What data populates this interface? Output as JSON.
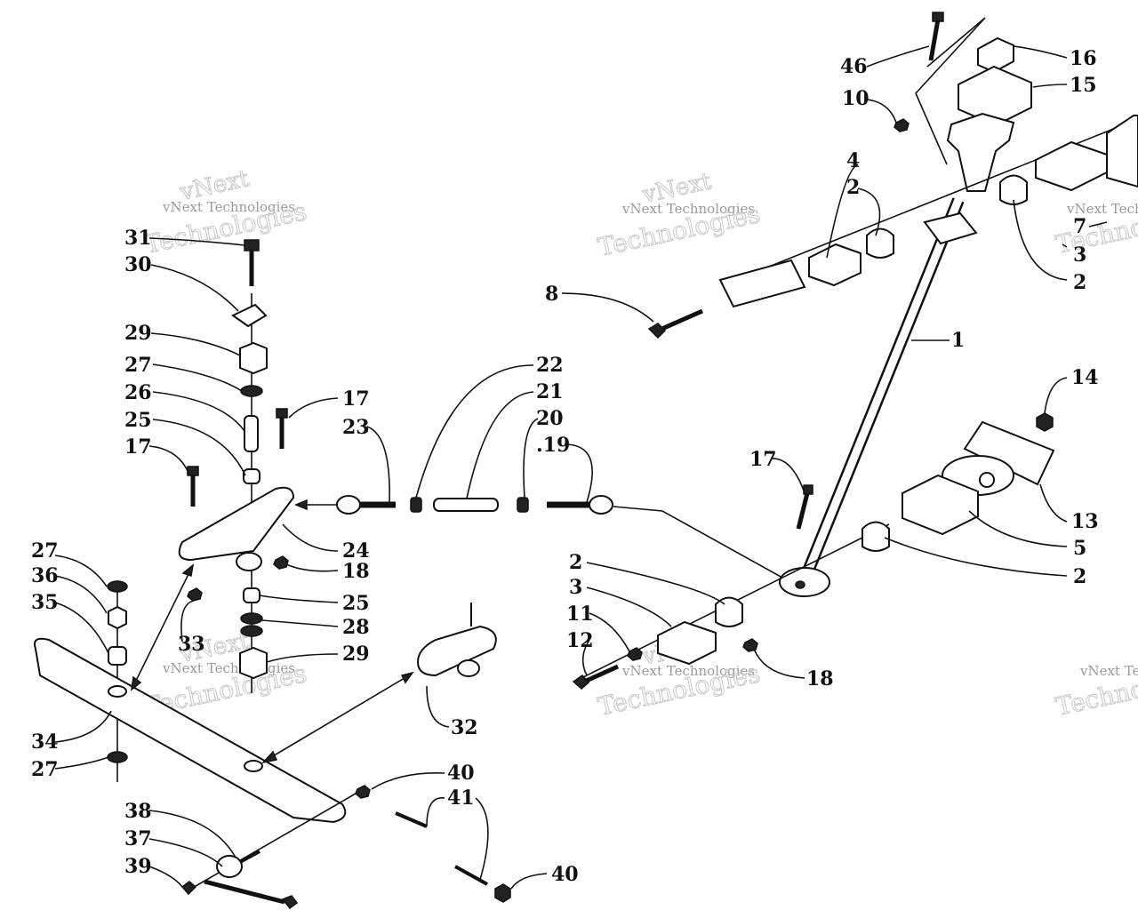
{
  "watermark": {
    "line1": "vNext Technologies",
    "line2": "vNext",
    "line3": "Technologies"
  },
  "callouts": [
    {
      "id": "c46a",
      "label": "46"
    },
    {
      "id": "c16",
      "label": "16"
    },
    {
      "id": "c15",
      "label": "15"
    },
    {
      "id": "c10",
      "label": "10"
    },
    {
      "id": "c4",
      "label": "4"
    },
    {
      "id": "c2a",
      "label": "2"
    },
    {
      "id": "c7",
      "label": "7"
    },
    {
      "id": "c3a",
      "label": "3"
    },
    {
      "id": "c2b",
      "label": "2"
    },
    {
      "id": "c8",
      "label": "8"
    },
    {
      "id": "c1",
      "label": "1"
    },
    {
      "id": "c14",
      "label": "14"
    },
    {
      "id": "c31",
      "label": "31"
    },
    {
      "id": "c30",
      "label": "30"
    },
    {
      "id": "c29a",
      "label": "29"
    },
    {
      "id": "c27a",
      "label": "27"
    },
    {
      "id": "c26",
      "label": "26"
    },
    {
      "id": "c25a",
      "label": "25"
    },
    {
      "id": "c17a",
      "label": "17"
    },
    {
      "id": "c17b",
      "label": "17"
    },
    {
      "id": "c23",
      "label": "23"
    },
    {
      "id": "c22",
      "label": "22"
    },
    {
      "id": "c21",
      "label": "21"
    },
    {
      "id": "c20",
      "label": "20"
    },
    {
      "id": "c19",
      "label": ".19"
    },
    {
      "id": "c17c",
      "label": "17"
    },
    {
      "id": "c13",
      "label": "13"
    },
    {
      "id": "c5",
      "label": "5"
    },
    {
      "id": "c2c",
      "label": "2"
    },
    {
      "id": "c24",
      "label": "24"
    },
    {
      "id": "c18a",
      "label": "18"
    },
    {
      "id": "c27b",
      "label": "27"
    },
    {
      "id": "c36",
      "label": "36"
    },
    {
      "id": "c35",
      "label": "35"
    },
    {
      "id": "c25b",
      "label": "25"
    },
    {
      "id": "c28",
      "label": "28"
    },
    {
      "id": "c29b",
      "label": "29"
    },
    {
      "id": "c33",
      "label": "33"
    },
    {
      "id": "c2d",
      "label": "2"
    },
    {
      "id": "c3b",
      "label": "3"
    },
    {
      "id": "c11",
      "label": "11"
    },
    {
      "id": "c12",
      "label": "12"
    },
    {
      "id": "c18b",
      "label": "18"
    },
    {
      "id": "c34",
      "label": "34"
    },
    {
      "id": "c32",
      "label": "32"
    },
    {
      "id": "c27c",
      "label": "27"
    },
    {
      "id": "c40a",
      "label": "40"
    },
    {
      "id": "c41",
      "label": "41"
    },
    {
      "id": "c38",
      "label": "38"
    },
    {
      "id": "c37",
      "label": "37"
    },
    {
      "id": "c39",
      "label": "39"
    },
    {
      "id": "c40b",
      "label": "40"
    }
  ]
}
